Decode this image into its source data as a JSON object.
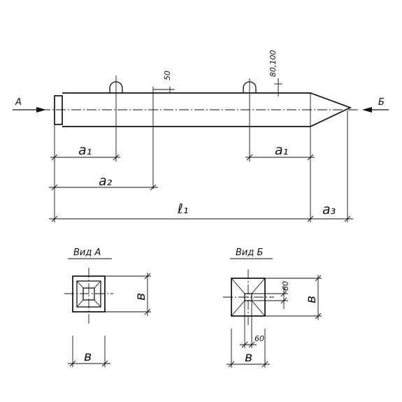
{
  "view_arrows": {
    "left": "А",
    "right": "Б"
  },
  "dimensions": {
    "a1_left": "a₁",
    "a1_right": "a₁",
    "a2": "a₂",
    "a3": "a₃",
    "l1": "ℓ₁",
    "offset_50": "50",
    "offset_80_100": "80,100"
  },
  "view_a": {
    "title": "Вид А",
    "height_label": "в",
    "width_label": "в"
  },
  "view_b": {
    "title": "Вид Б",
    "height_label": "в",
    "width_label": "в",
    "notch_vertical": "60",
    "notch_horizontal": "60"
  }
}
